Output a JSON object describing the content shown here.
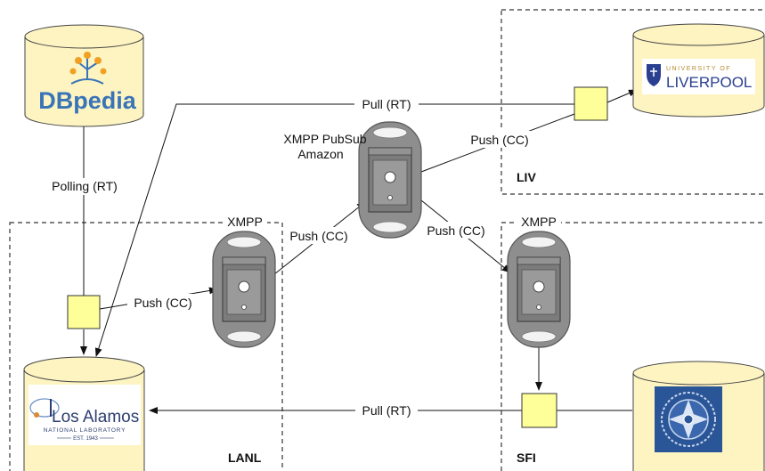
{
  "zones": {
    "liv": "LIV",
    "lanl": "LANL",
    "sfi": "SFI"
  },
  "servers": {
    "amazon_line1": "XMPP PubSub",
    "amazon_line2": "Amazon",
    "lanl_xmpp": "XMPP",
    "sfi_xmpp": "XMPP"
  },
  "edges": {
    "pull_rt_top": "Pull (RT)",
    "push_cc_liv": "Push (CC)",
    "polling_rt": "Polling (RT)",
    "push_cc_lanl_server": "Push (CC)",
    "push_cc_to_amazon": "Push (CC)",
    "push_cc_to_sfi": "Push (CC)",
    "pull_rt_bottom": "Pull (RT)"
  },
  "logos": {
    "dbpedia": "DBpedia",
    "liverpool_top": "UNIVERSITY OF",
    "liverpool_main": "LIVERPOOL",
    "losalamos_main": "Los Alamos",
    "losalamos_sub": "NATIONAL LABORATORY",
    "losalamos_est": "EST. 1943"
  },
  "colors": {
    "cylinder_fill": "#fdf4c2",
    "node_fill": "#ffff99",
    "server_fill": "#8c8c8c",
    "dbpedia_blue": "#3a74b8",
    "dbpedia_orange": "#f0a023",
    "liverpool_blue": "#2a3f8f",
    "sfi_blue": "#2a5597"
  }
}
